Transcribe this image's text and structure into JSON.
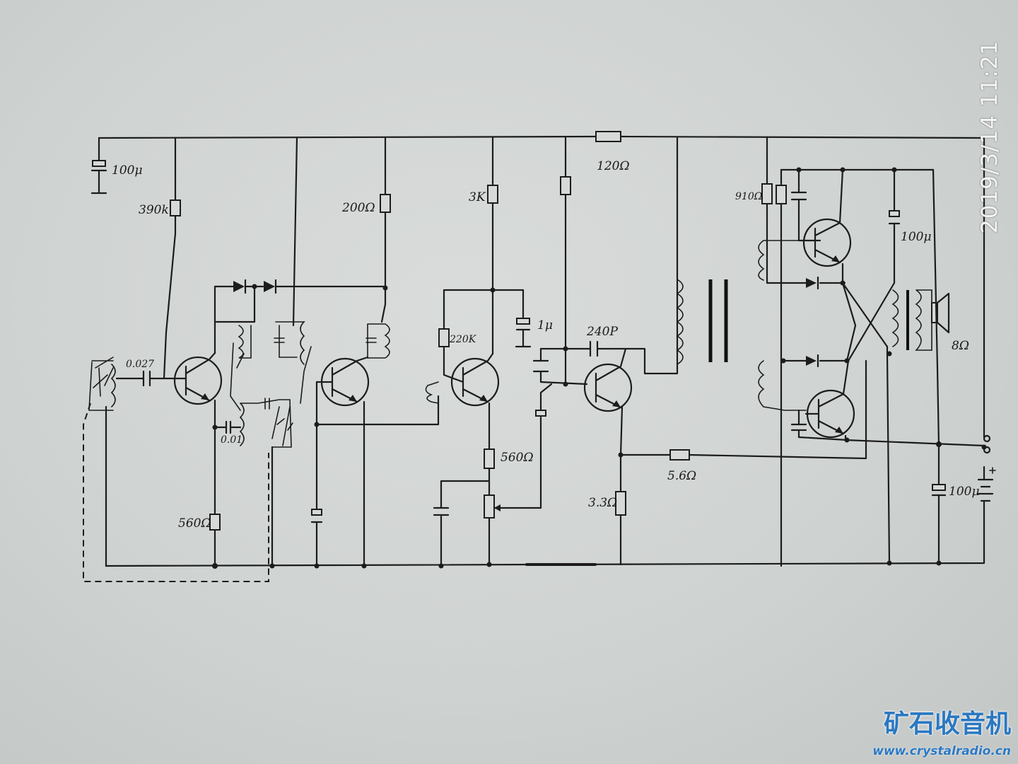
{
  "photo_timestamp": "2019/3/14  11:21",
  "watermark": {
    "name": "矿石收音机",
    "url": "www.crystalradio.cn"
  },
  "labels": {
    "c_input_filter": "100μ",
    "r_bias_1": "390k",
    "c_coupling": "0.027",
    "c_mixer": "0.01",
    "r_emitter_1": "560Ω",
    "r_collector_if": "200Ω",
    "r_load": "3K",
    "r_bias_2": "220K",
    "c_decoupling": "1μ",
    "r_emitter_2": "560Ω",
    "r_supply": "120Ω",
    "c_driver": "240P",
    "r_feedback": "5.6Ω",
    "r_emitter_3": "3.3Ω",
    "r_bias_out": "910Ω",
    "c_output": "100μ",
    "speaker": "8Ω",
    "c_supply": "100μ"
  }
}
